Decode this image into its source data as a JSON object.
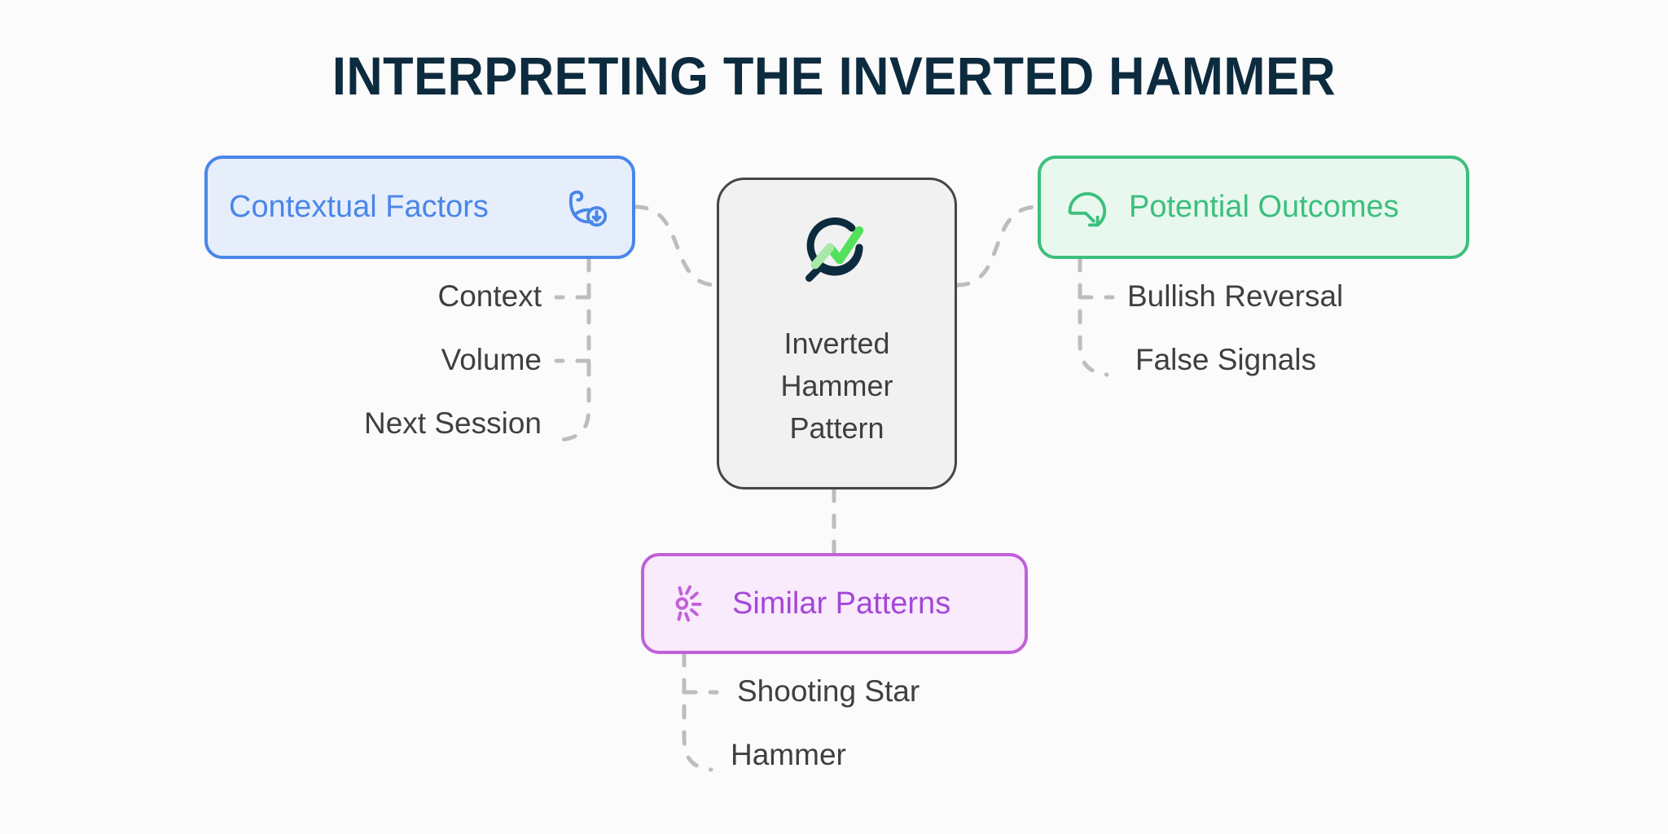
{
  "page": {
    "title": "INTERPRETING THE INVERTED HAMMER",
    "background_color": "#fbfbfb",
    "title_color": "#0d2b3e"
  },
  "center": {
    "name": "inverted-hammer-pattern",
    "icon": "magnifier-trend-line-icon",
    "line1": "Inverted",
    "line2": "Hammer",
    "line3": "Pattern",
    "fill_color": "#f1f1f1",
    "border_color": "#43474b",
    "text_color": "#3f3f3f"
  },
  "branches": [
    {
      "id": "contextual-factors",
      "label": "Contextual Factors",
      "icon": "flexed-biceps-icon",
      "icon_side": "right",
      "accent_color": "#4a86e8",
      "fill_color": "#e6eefc",
      "children": [
        "Context",
        "Volume",
        "Next Session"
      ]
    },
    {
      "id": "potential-outcomes",
      "label": "Potential Outcomes",
      "icon": "rotate-arrow-gauge-icon",
      "icon_side": "left",
      "accent_color": "#3cbf7d",
      "fill_color": "#e8f8ef",
      "children": [
        "Bullish Reversal",
        "False Signals"
      ]
    },
    {
      "id": "similar-patterns",
      "label": "Similar Patterns",
      "icon": "sparkle-burst-icon",
      "icon_side": "left",
      "accent_color": "#c060d8",
      "text_color": "#a347d8",
      "fill_color": "#f9eafc",
      "children": [
        "Shooting Star",
        "Hammer"
      ]
    }
  ],
  "connectors": {
    "style": "dashed",
    "color": "#bdbdbd"
  }
}
